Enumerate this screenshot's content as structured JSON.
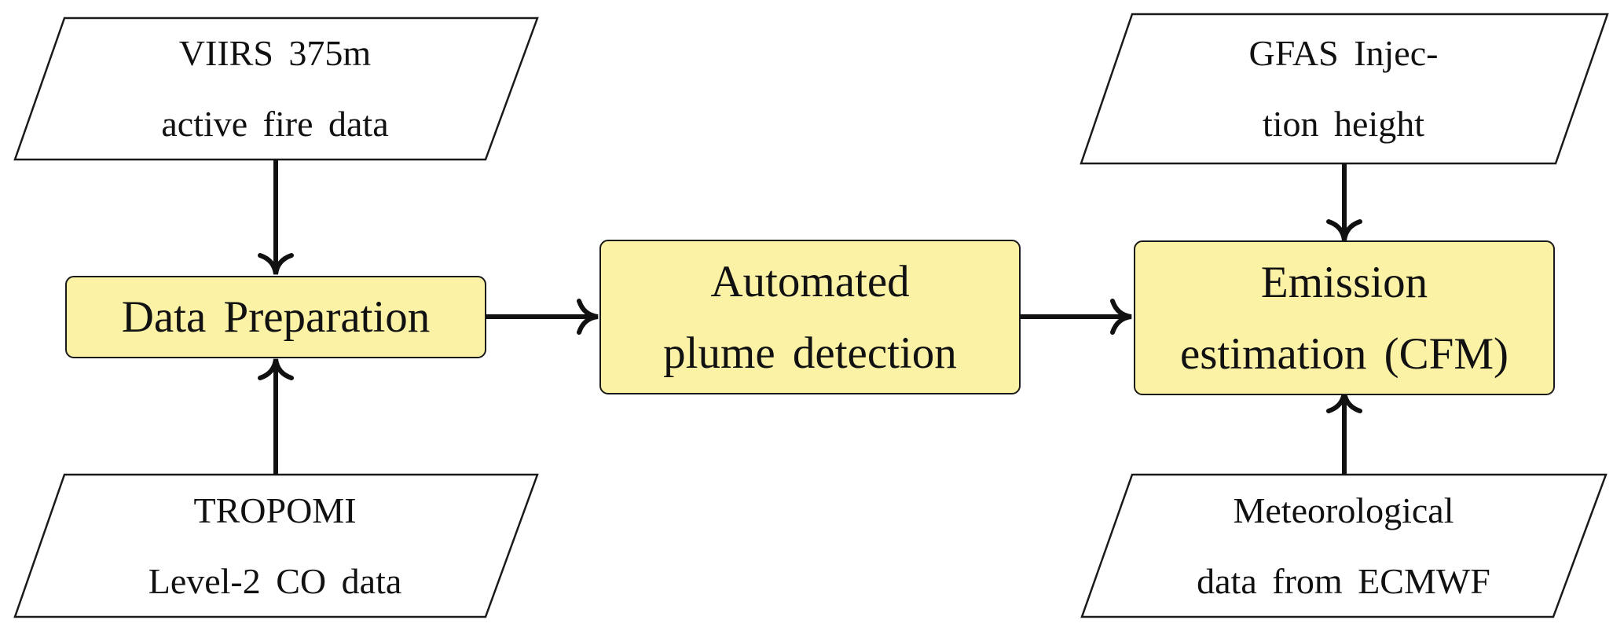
{
  "colors": {
    "process_fill": "#fbf2a6",
    "stroke": "#1a1a1a",
    "text": "#111111"
  },
  "process": {
    "data_preparation": {
      "line1": "Data Preparation"
    },
    "plume_detection": {
      "line1": "Automated",
      "line2": "plume detection"
    },
    "emission_estimation": {
      "line1": "Emission",
      "line2": "estimation (CFM)"
    }
  },
  "inputs": {
    "viirs": {
      "line1": "VIIRS 375m",
      "line2": "active fire data"
    },
    "tropomi": {
      "line1": "TROPOMI",
      "line2": "Level-2 CO data"
    },
    "gfas": {
      "line1": "GFAS Injec-",
      "line2": "tion height"
    },
    "meteo": {
      "line1": "Meteorological",
      "line2": "data from ECMWF"
    }
  }
}
